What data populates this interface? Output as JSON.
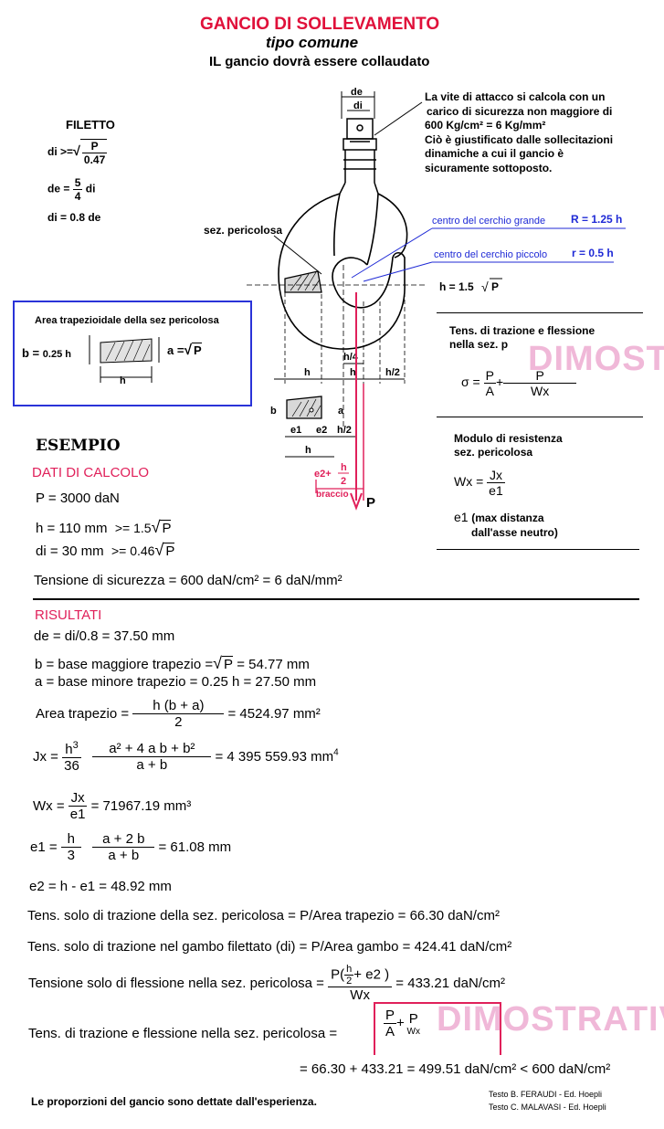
{
  "header": {
    "title": "GANCIO DI SOLLEVAMENTO",
    "subtitle": "tipo comune",
    "note": "IL gancio dovrà essere collaudato"
  },
  "filetto": {
    "heading": "FILETTO",
    "f1_lhs": "di >=",
    "f1_num": "P",
    "f1_den": "0.47",
    "f2_lhs": "de  =",
    "f2_num": "5",
    "f2_den": "4",
    "f2_rhs": "di",
    "f3": "di = 0.8 de"
  },
  "vite_note": {
    "l1": "La vite di attacco si calcola con un",
    "l2": "carico di sicurezza non maggiore di",
    "l3": "600 Kg/cm² = 6 Kg/mm²",
    "l4": "Ciò è giustificato dalle sollecitazioni",
    "l5": "dinamiche a cui il gancio è",
    "l6": "sicuramente sottoposto."
  },
  "diagram": {
    "de": "de",
    "di": "di",
    "sez_pericolosa": "sez. pericolosa",
    "centro_grande": "centro del cerchio grande",
    "r_grande": "R = 1.25 h",
    "centro_piccolo": "centro del cerchio piccolo",
    "r_piccolo": "r = 0.5 h",
    "h_eq": "h = 1.5",
    "h_rad": "P",
    "h4": "h/4",
    "h": "h",
    "h2": "h/2",
    "b": "b",
    "a": "a",
    "e1": "e1",
    "e2": "e2",
    "braccio_pre": "e2+",
    "braccio_num": "h",
    "braccio_den": "2",
    "braccio": "braccio",
    "P": "P"
  },
  "area_box": {
    "title": "Area trapezioidale della sez pericolosa",
    "b_lhs": "b =",
    "b_rhs": "0.25 h",
    "a_lhs": "a =",
    "a_rad": "P",
    "h": "h"
  },
  "tens_box": {
    "l1": "Tens. di trazione e flessione",
    "l2": "nella sez. p",
    "sigma": "σ",
    "eq": "=",
    "n1": "P",
    "d1": "A",
    "plus": "+",
    "n2": "P",
    "d2": "Wx",
    "wm": "DIMOST"
  },
  "modulo_box": {
    "l1": "Modulo di resistenza",
    "l2": "sez. pericolosa",
    "wx": "Wx =",
    "num": "Jx",
    "den": "e1",
    "e1": "e1",
    "e1_note": "(max distanza",
    "e1_note2": "dall'asse neutro)"
  },
  "esempio": {
    "heading": "ESEMPIO",
    "dati": "DATI DI CALCOLO",
    "p": "P = 3000 daN",
    "h": "h = 110 mm",
    "h_cond": ">= 1.5",
    "h_rad": "P",
    "di": "di = 30 mm",
    "di_cond": ">= 0.46",
    "di_rad": "P",
    "tensione": "Tensione di sicurezza = 600 daN/cm² = 6 daN/mm²"
  },
  "risultati": {
    "heading": "RISULTATI",
    "de": "de = di/0.8 = 37.50 mm",
    "b_lhs": "b = base maggiore trapezio =",
    "b_rad": "P",
    "b_val": "=  54.77 mm",
    "a_line": "a = base minore trapezio =  0.25 h = 27.50   mm",
    "area_lhs": "Area trapezio =",
    "area_num": "h  (b + a)",
    "area_den": "2",
    "area_val": "=  4524.97 mm²",
    "jx_lhs": "Jx  =",
    "jx_num1": "h",
    "jx_exp": "3",
    "jx_den1": "36",
    "jx_num2": "a² + 4 a b + b²",
    "jx_den2": "a + b",
    "jx_val": "= 4 395 559.93  mm",
    "jx_unit_exp": "4",
    "wx_lhs": "Wx =",
    "wx_num": "Jx",
    "wx_den": "e1",
    "wx_val": "= 71967.19 mm³",
    "e1_lhs": "e1  =",
    "e1_num1": "h",
    "e1_den1": "3",
    "e1_num2": "a + 2 b",
    "e1_den2": "a + b",
    "e1_val": "= 61.08 mm",
    "e2": "e2 =  h - e1 =  48.92 mm",
    "t1": "Tens. solo di trazione della sez. pericolosa = P/Area trapezio = 66.30 daN/cm²",
    "t2": "Tens. solo di trazione nel gambo filettato (di) = P/Area gambo = 424.41 daN/cm²",
    "t3_lhs": "Tensione solo di flessione nella sez. pericolosa =",
    "t3_num_p": "P(",
    "t3_num_h": "h",
    "t3_num_2": "2",
    "t3_num_rest": "+ e2 )",
    "t3_den": "Wx",
    "t3_val": "=  433.21 daN/cm²",
    "t4_lhs": "Tens. di trazione e flessione nella sez. pericolosa =",
    "t4_n1": "P",
    "t4_d1": "A",
    "t4_plus": "+",
    "t4_n2": "P",
    "t4_d2": "Wx",
    "t4_wm": "DIMOSTRATIV",
    "t5": "=  66.30 + 433.21 =  499.51 daN/cm²  < 600 daN/cm²"
  },
  "footer": {
    "note": "Le proporzioni del gancio sono dettate dall'esperienza.",
    "credit1": "Testo B. FERAUDI - Ed. Hoepli",
    "credit2": "Testo C. MALAVASI - Ed. Hoepli"
  }
}
